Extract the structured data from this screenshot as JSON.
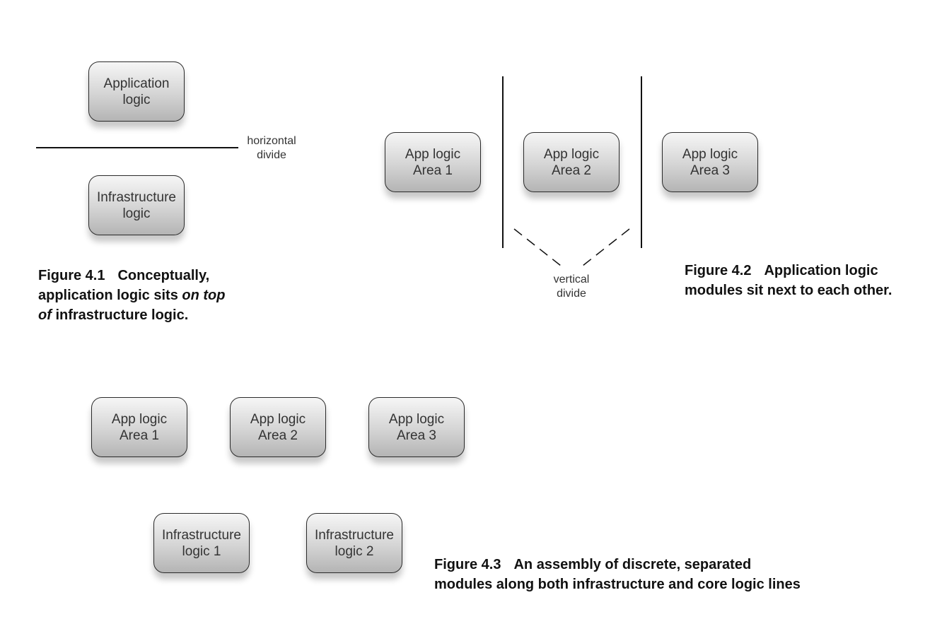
{
  "figure_4_1": {
    "box_top": [
      "Application",
      "logic"
    ],
    "box_bottom": [
      "Infrastructure",
      "logic"
    ],
    "divide_label": [
      "horizontal",
      "divide"
    ],
    "caption_number": "Figure 4.1",
    "caption_text_a": "Conceptually,",
    "caption_text_b": "application logic sits ",
    "caption_text_b_italic": "on top",
    "caption_text_c_italic": "of",
    "caption_text_c": " infrastructure logic."
  },
  "figure_4_2": {
    "boxes": [
      [
        "App logic",
        "Area 1"
      ],
      [
        "App logic",
        "Area 2"
      ],
      [
        "App logic",
        "Area 3"
      ]
    ],
    "divide_label": [
      "vertical",
      "divide"
    ],
    "caption_number": "Figure 4.2",
    "caption_line1": "Application logic",
    "caption_line2": "modules sit next to each other."
  },
  "figure_4_3": {
    "app_boxes": [
      [
        "App logic",
        "Area 1"
      ],
      [
        "App logic",
        "Area 2"
      ],
      [
        "App logic",
        "Area 3"
      ]
    ],
    "infra_boxes": [
      [
        "Infrastructure",
        "logic 1"
      ],
      [
        "Infrastructure",
        "logic 2"
      ]
    ],
    "caption_number": "Figure 4.3",
    "caption_line1": "An assembly of discrete, separated",
    "caption_line2": "modules along both infrastructure and core logic lines"
  }
}
